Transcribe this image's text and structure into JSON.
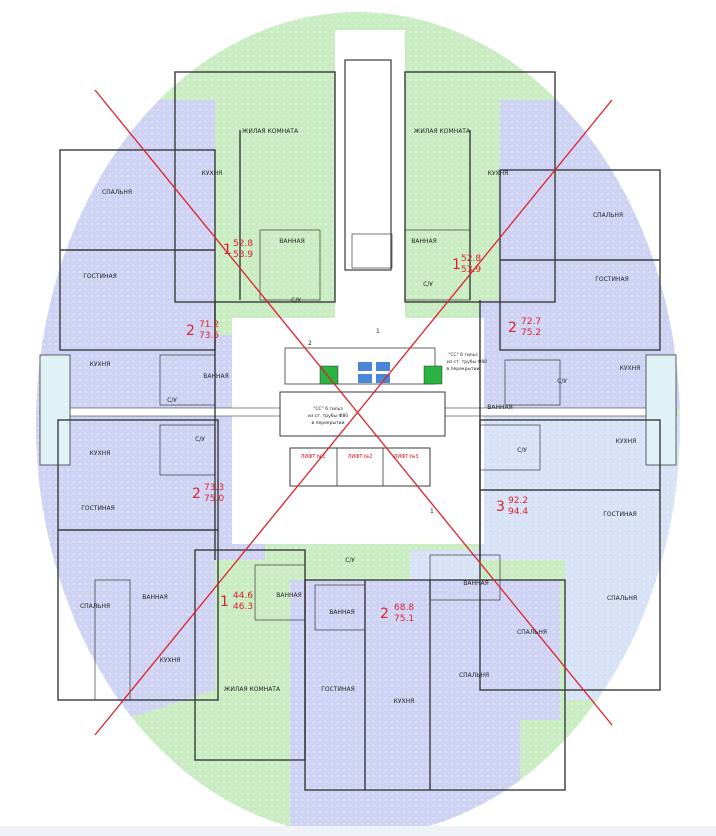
{
  "colors": {
    "green_zone": "#c9ecc3",
    "blue_zone": "#cfd3f3",
    "lightblue_zone": "#d7e2f6",
    "wall": "#3a3a3a",
    "cross": "#e0202a",
    "area_label": "#e0202a",
    "window_cyan": "#dff3f6"
  },
  "apartments": [
    {
      "id": "apt-nw",
      "type_number": "1",
      "area_living": "52.8",
      "area_total": "53.9"
    },
    {
      "id": "apt-ne",
      "type_number": "1",
      "area_living": "52.8",
      "area_total": "53.9"
    },
    {
      "id": "apt-w-upper",
      "type_number": "2",
      "area_living": "71.2",
      "area_total": "73.5"
    },
    {
      "id": "apt-e-upper",
      "type_number": "2",
      "area_living": "72.7",
      "area_total": "75.2"
    },
    {
      "id": "apt-w-lower",
      "type_number": "2",
      "area_living": "73.3",
      "area_total": "75.0"
    },
    {
      "id": "apt-e-lower",
      "type_number": "3",
      "area_living": "92.2",
      "area_total": "94.4"
    },
    {
      "id": "apt-sw",
      "type_number": "1",
      "area_living": "44.6",
      "area_total": "46.3"
    },
    {
      "id": "apt-s",
      "type_number": "2",
      "area_living": "68.8",
      "area_total": "75.1"
    }
  ],
  "rooms": [
    {
      "label": "ЖИЛАЯ КОМНАТА"
    },
    {
      "label": "КУХНЯ"
    },
    {
      "label": "ВАННАЯ"
    },
    {
      "label": "С/У"
    },
    {
      "label": "ЖИЛАЯ КОМНАТА"
    },
    {
      "label": "КУХНЯ"
    },
    {
      "label": "ВАННАЯ"
    },
    {
      "label": "С/У"
    },
    {
      "label": "СПАЛЬНЯ"
    },
    {
      "label": "ГОСТИНАЯ"
    },
    {
      "label": "КУХНЯ"
    },
    {
      "label": "ВАННАЯ"
    },
    {
      "label": "С/У"
    },
    {
      "label": "СПАЛЬНЯ"
    },
    {
      "label": "ГОСТИНАЯ"
    },
    {
      "label": "КУХНЯ"
    },
    {
      "label": "С/У"
    },
    {
      "label": "ВАННАЯ"
    },
    {
      "label": "КУХНЯ"
    },
    {
      "label": "С/У"
    },
    {
      "label": "ГОСТИНАЯ"
    },
    {
      "label": "СПАЛЬНЯ"
    },
    {
      "label": "КУХНЯ"
    },
    {
      "label": "С/У"
    },
    {
      "label": "ГОСТИНАЯ"
    },
    {
      "label": "ВАННАЯ"
    },
    {
      "label": "СПАЛЬНЯ"
    },
    {
      "label": "ВАННАЯ"
    },
    {
      "label": "ВАННАЯ"
    },
    {
      "label": "ВАННАЯ"
    },
    {
      "label": "С/У"
    },
    {
      "label": "КУХНЯ"
    },
    {
      "label": "ЖИЛАЯ КОМНАТА"
    },
    {
      "label": "ГОСТИНАЯ"
    },
    {
      "label": "КУХНЯ"
    },
    {
      "label": "СПАЛЬНЯ"
    },
    {
      "label": "СПАЛЬНЯ"
    }
  ],
  "core": {
    "note_center": [
      "\"СС\" 6 гильз",
      "из ст. трубы Ф80",
      "в перекрытии"
    ],
    "note_right": [
      "\"СС\" 6 гильз",
      "из ст. трубы Ф80",
      "в перекрытии"
    ],
    "lifts": [
      "ЛИФТ №1",
      "ЛИФТ №2",
      "ЛИФТ №3"
    ],
    "numbers": [
      "1",
      "2",
      "1"
    ]
  }
}
